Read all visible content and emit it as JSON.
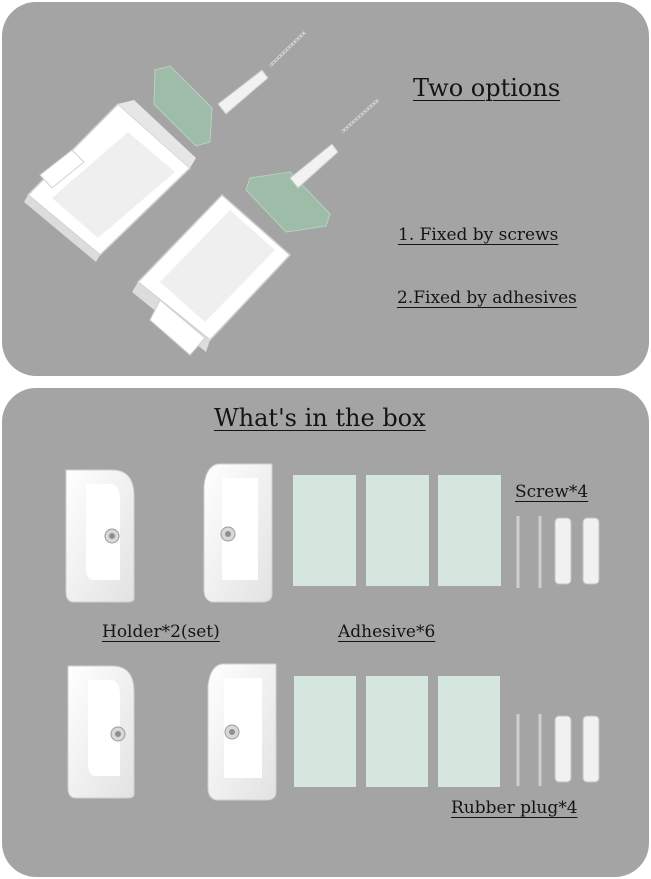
{
  "top_panel": {
    "title": "Two options",
    "option1": "1. Fixed by screws",
    "option2": "2.Fixed by adhesives"
  },
  "bottom_panel": {
    "title": "What's in the box",
    "screw_label": "Screw*4",
    "holder_label": "Holder*2(set)",
    "adhesive_label": "Adhesive*6",
    "plug_label": "Rubber plug*4"
  },
  "colors": {
    "panel": "#a4a4a4",
    "adhesive_pad": "#d4e6de",
    "holder": "#f4f4f4",
    "text": "#141414"
  }
}
